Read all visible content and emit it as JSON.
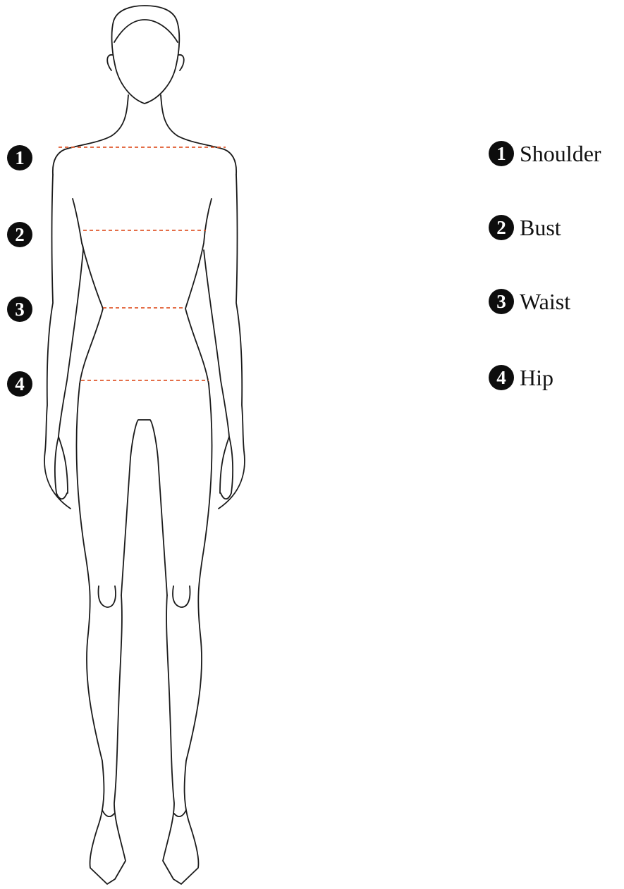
{
  "markers": [
    {
      "number": "1",
      "label": "Shoulder"
    },
    {
      "number": "2",
      "label": "Bust"
    },
    {
      "number": "3",
      "label": "Waist"
    },
    {
      "number": "4",
      "label": "Hip"
    }
  ],
  "colors": {
    "measure_line": "#e05a2e",
    "outline": "#1a1a1a",
    "badge": "#0d0d0d",
    "background": "#ffffff"
  },
  "icons": {
    "figure": "female-body-outline-icon",
    "badge": "numbered-circle-icon"
  }
}
